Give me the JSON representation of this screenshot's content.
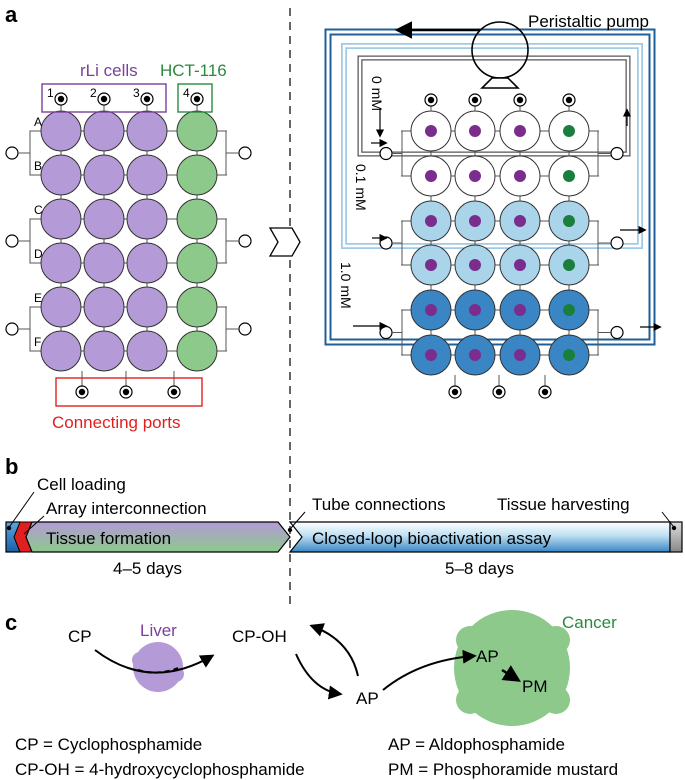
{
  "panel_a": {
    "label": "a",
    "group_rli": "rLi cells",
    "group_hct": "HCT-116",
    "column_numbers": [
      "1",
      "2",
      "3",
      "4"
    ],
    "row_letters": [
      "A",
      "B",
      "C",
      "D",
      "E",
      "F"
    ],
    "connecting_ports": "Connecting ports",
    "pump_label": "Peristaltic pump",
    "conc_0": "0 mM",
    "conc_01": "0.1 mM",
    "conc_10": "1.0 mM",
    "colors": {
      "rli": "#b49ad6",
      "hct": "#8cc98a",
      "white_well": "#ffffff",
      "light_blue": "#aad4ea",
      "dark_blue": "#3a86c4",
      "purple_dot": "#7b2d8e",
      "green_dot": "#1a7f3c",
      "red": "#e02020",
      "tube_dark": "#1f5f99",
      "tube_light": "#9fcbe6"
    }
  },
  "panel_b": {
    "label": "b",
    "cell_loading": "Cell loading",
    "array_interconnection": "Array interconnection",
    "tissue_formation": "Tissue formation",
    "tube_connections": "Tube connections",
    "closed_loop": "Closed-loop bioactivation assay",
    "tissue_harvesting": "Tissue harvesting",
    "days_1": "4–5 days",
    "days_2": "5–8 days"
  },
  "panel_c": {
    "label": "c",
    "cp": "CP",
    "liver": "Liver",
    "cp_oh": "CP-OH",
    "ap": "AP",
    "cancer": "Cancer",
    "ap_inner": "AP",
    "pm": "PM",
    "def_cp": "CP = Cyclophosphamide",
    "def_cpoh": "CP-OH = 4-hydroxycyclophosphamide",
    "def_ap": "AP = Aldophosphamide",
    "def_pm": "PM = Phosphoramide mustard",
    "colors": {
      "liver": "#b49ad6",
      "liver_text": "#7b3f9e",
      "cancer": "#8cc98a",
      "cancer_text": "#2a8a3e"
    }
  }
}
